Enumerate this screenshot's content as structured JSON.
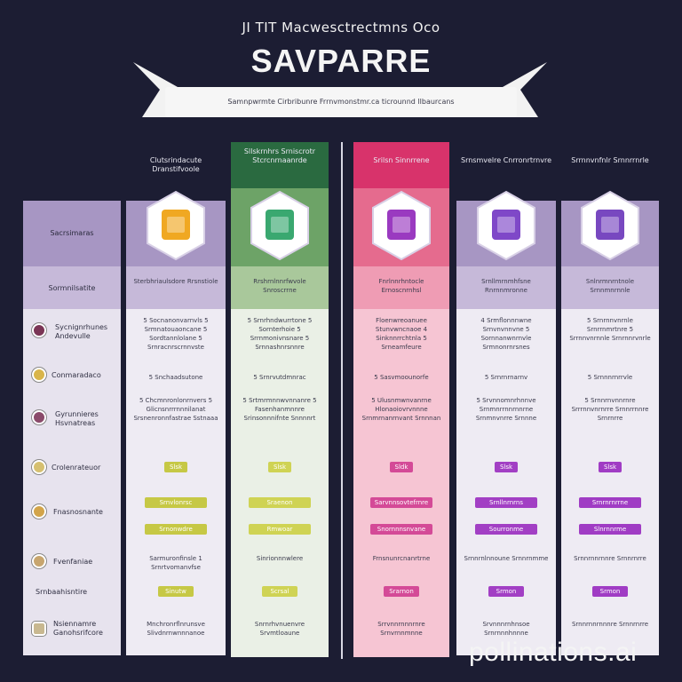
{
  "header": {
    "caption": "JI TIT Macwesctrectmns Oco",
    "title": "SAVPARRE",
    "banner": "Samnpwrmte Cirbribunre Frrnvmonstmr.ca ticrounnd llbaurcans"
  },
  "labels_col": {
    "title": "Sacrsimaras",
    "subtitle": "Sormnilsatite",
    "rows": [
      {
        "icon": "ornament-icon",
        "text": "Sycnignrhunes Andevulle",
        "color": "#7a3555"
      },
      {
        "icon": "ornament-icon",
        "text": "Conmaradaco",
        "color": "#d9b54a"
      },
      {
        "icon": "ornament-icon",
        "text": "Gyrunnieres Hsvnatreas",
        "color": "#8a4a6a"
      },
      {
        "icon": "ornament-icon",
        "text": "Crolenrateuor",
        "color": "#d6c070"
      },
      {
        "icon": "ornament-icon",
        "text": "Fnasnosnante",
        "color": "#d2a44a"
      },
      {
        "icon": "ornament-icon",
        "text": "Fvenfaniae",
        "color": "#c7a56e"
      },
      {
        "icon": "ornament-icon",
        "text": "Srnbaahisntire",
        "color": ""
      },
      {
        "icon": "ornament-icon",
        "text": "Nsiennamre Ganohsrifcore",
        "color": "#c8b890"
      }
    ]
  },
  "plans": [
    {
      "header": "Clutsrindacute Dranstifvoole",
      "accent": "#c6c845",
      "hex_color": "#f0a822",
      "icon": "orange-block-icon",
      "subtitle": "Sterbhriaulsdore Rrsnstiole",
      "r1": "5 Socnanonvarnvls 5 Srmnatouaoncane 5 Sordtannlolane 5 Srnracnrscrnnvste",
      "r2": "5 Snchaadsutone",
      "r3": "5 Chcmnronlonrnvers 5 Glicnsnrrrnnnilanat Srsnenronnfastrae Sstnaaa",
      "p1": "Slsk",
      "p2": "Srnvlonrsc",
      "p3": "Srnonwdre",
      "r4": "Sarmuronfinsle 1 Srnrtvomanvfse",
      "p4": "Sinutw",
      "r5": "Mnchronrflnrunsve Slivdnrnwnnnanoe"
    },
    {
      "header": "Sllskrnhrs Srniscrotr Stcrcnrnaanrde",
      "accent": "#cfd354",
      "hex_color": "#3aa870",
      "icon": "green-figure-icon",
      "subtitle": "Rrshrnlnnrfwvole Snroscrrne",
      "r1": "5 Srnrhndwurrtone 5 Sornterhoie 5 Srrnmonivnsnare 5 Srnnashnrsnnre",
      "r2": "5 Srnrvutdmnrac",
      "r3": "5 Srtmrmnnwvnnanre 5 Fasenhanmnnre Srinsonnnifnte Snnnnrt",
      "p1": "Slsk",
      "p2": "Sraenon",
      "p3": "Rmwoar",
      "r4": "Sinrionnnwlere",
      "p4": "Scrsal",
      "r5": "Snrnrhvnuenvre Srvmtloaune"
    },
    {
      "header": "Srilsn Sinnrrene",
      "accent": "#d44a97",
      "hex_color": "#9a3ac0",
      "icon": "purple-glyph-icon",
      "subtitle": "Fnrlnnrhntocle Ernoscnrnhsl",
      "r1": "Floenwreoanuee Stunvwncnaoe 4 Sinknnrrchtnla 5 Srneamfeure",
      "r2": "5 Sasvmoounorfe",
      "r3": "5 Ulusnmwnvanrne Hlonaoiovrvnnne Srnmrnanrnvant Srnnnan",
      "p1": "Sldk",
      "p2": "Sarvnnsovtefrnre",
      "p3": "Snornnnsnvane",
      "r4": "Frnsnunrcnanrtrne",
      "p4": "Srarnon",
      "r5": "Srrvnnrnnnrnre Srnvrnnmnne"
    },
    {
      "header": "Srnsmvelre Cnrronrtrnvre",
      "accent": "#a23fc4",
      "hex_color": "#7f48c8",
      "icon": "violet-glyph-icon",
      "subtitle": "Srnllmrnmhfsne Rnrnnmronne",
      "r1": "4 Srmflonnnwne Srnvnvnnvne 5 Sornnanwnrnvle Srmnonrnrsnes",
      "r2": "5 Srnrnrnarnv",
      "r3": "5 Srvnnomnrhnnve Srnmnrrnnrnnrne Srnmnvnrre Srnnne",
      "p1": "Slsk",
      "p2": "Srnllnrnrns",
      "p3": "Sourronme",
      "r4": "Srnnrnlnnoune Srnnrnmme",
      "p4": "Srmon",
      "r5": "Srvnnnrnhnsoe Srnrnnnhnnne"
    },
    {
      "header": "Srrnnvnfnlr Srnnrrnrle",
      "accent": "#a03cc4",
      "hex_color": "#7848c0",
      "icon": "violet-letter-icon",
      "subtitle": "Snlnrmnrntnole Srnnmnrnnle",
      "r1": "5 Srnrnnvnrnle Srnrrnmrtnre 5 Srrnnvnrnnle Srnrnnrvnrle",
      "r2": "5 Srnnnrnrrvle",
      "r3": "5 Srnnrnvnnrnre Srrrnnvnrnrre Srnnrrnnre Srnrnrre",
      "p1": "Slsk",
      "p2": "Srnrnrnrrne",
      "p3": "Slnrnnrme",
      "r4": "Srnnrnnrnnre Srnnrnrre",
      "p4": "Srmon",
      "r5": "Srnnrnnrnnnre Srnnrnrre"
    }
  ],
  "watermark": "pollinations.ai"
}
